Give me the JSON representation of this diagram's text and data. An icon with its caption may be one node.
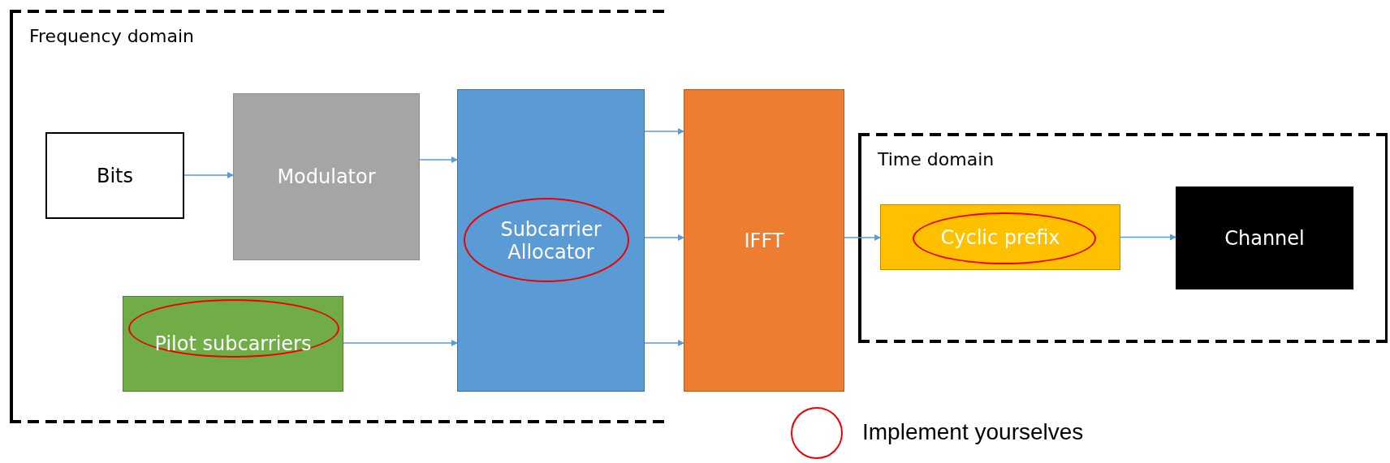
{
  "diagram": {
    "nodes": [
      {
        "text": [
          "Frequency domain"
        ]
      },
      {
        "text": [
          "Bits"
        ],
        "in": 0
      },
      {
        "text": [
          "Modulator"
        ],
        "in": 0
      },
      {
        "text": [
          "Subcarrier Allocator"
        ],
        "in": 0
      },
      {
        "text": [
          "Pilot subcarriers"
        ],
        "in": 0
      },
      {
        "text": [
          "IFFT"
        ]
      },
      {
        "text": [
          "Time domain"
        ]
      },
      {
        "text": [
          "Cyclic prefix"
        ],
        "in": 6
      },
      {
        "text": [
          "Channel"
        ],
        "in": 6
      }
    ],
    "edges": [
      {
        "from": 1,
        "to": 2,
        "arrow": "to"
      },
      {
        "from": 2,
        "to": 3,
        "arrow": "to"
      },
      {
        "from": 4,
        "to": 3,
        "arrow": "to"
      },
      {
        "from": 3,
        "to": 5,
        "arrow": "to"
      },
      {
        "from": 3,
        "to": 5,
        "arrow": "to"
      },
      {
        "from": 3,
        "to": 5,
        "arrow": "to"
      },
      {
        "from": 5,
        "to": 7,
        "arrow": "to"
      },
      {
        "from": 7,
        "to": 8,
        "arrow": "to"
      }
    ],
    "legend": [
      {
        "text": "Implement yourselves"
      }
    ]
  }
}
